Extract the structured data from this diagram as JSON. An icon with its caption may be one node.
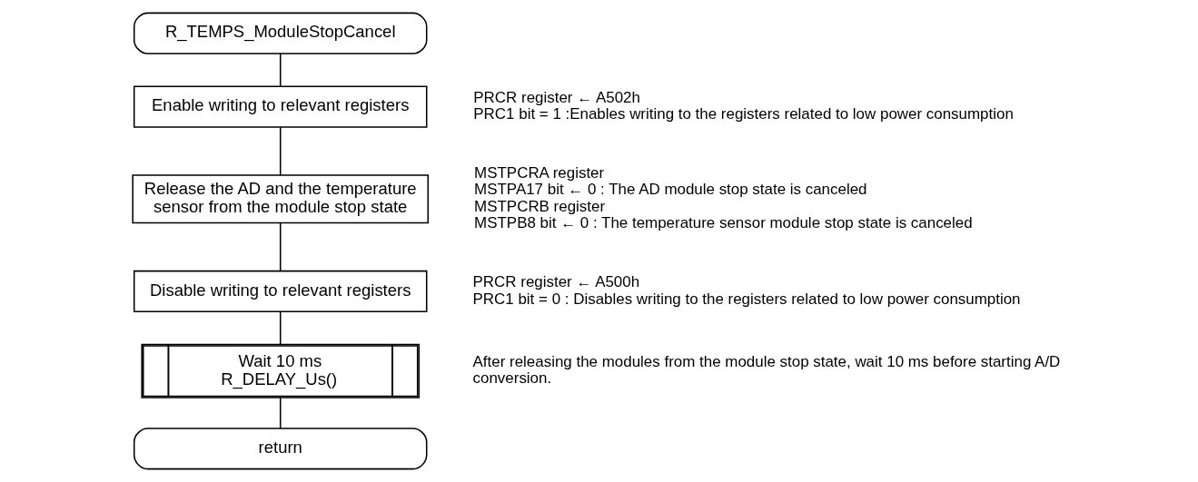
{
  "diagram": {
    "nodes": [
      {
        "text": [
          "R_TEMPS_ModuleStopCancel"
        ]
      },
      {
        "text": [
          "Enable writing to relevant registers"
        ],
        "beside": [
          "PRCR register ← A502h",
          "PRC1 bit = 1 :Enables writing to the registers related to low power consumption"
        ]
      },
      {
        "text": [
          "Release the AD and the temperature sensor from the module stop state"
        ],
        "beside": [
          "MSTPCRA register",
          "MSTPA17 bit ← 0 : The AD module stop state is canceled",
          "MSTPCRB register",
          "MSTPB8 bit ← 0 : The temperature sensor module stop state is canceled"
        ]
      },
      {
        "text": [
          "Disable writing to relevant registers"
        ],
        "beside": [
          "PRCR register ← A500h",
          "PRC1 bit = 0 : Disables writing to the registers related to low power consumption"
        ]
      },
      {
        "text": [
          "Wait 10 ms",
          "R_DELAY_Us()"
        ],
        "beside": [
          "After releasing the modules from the module stop state, wait 10 ms before starting A/D conversion."
        ]
      },
      {
        "text": [
          "return"
        ]
      }
    ],
    "edges": [
      {
        "from": 0,
        "to": 1,
        "arrow": "none"
      },
      {
        "from": 1,
        "to": 2,
        "arrow": "none"
      },
      {
        "from": 2,
        "to": 3,
        "arrow": "none"
      },
      {
        "from": 3,
        "to": 4,
        "arrow": "none"
      },
      {
        "from": 4,
        "to": 5,
        "arrow": "none"
      }
    ]
  }
}
